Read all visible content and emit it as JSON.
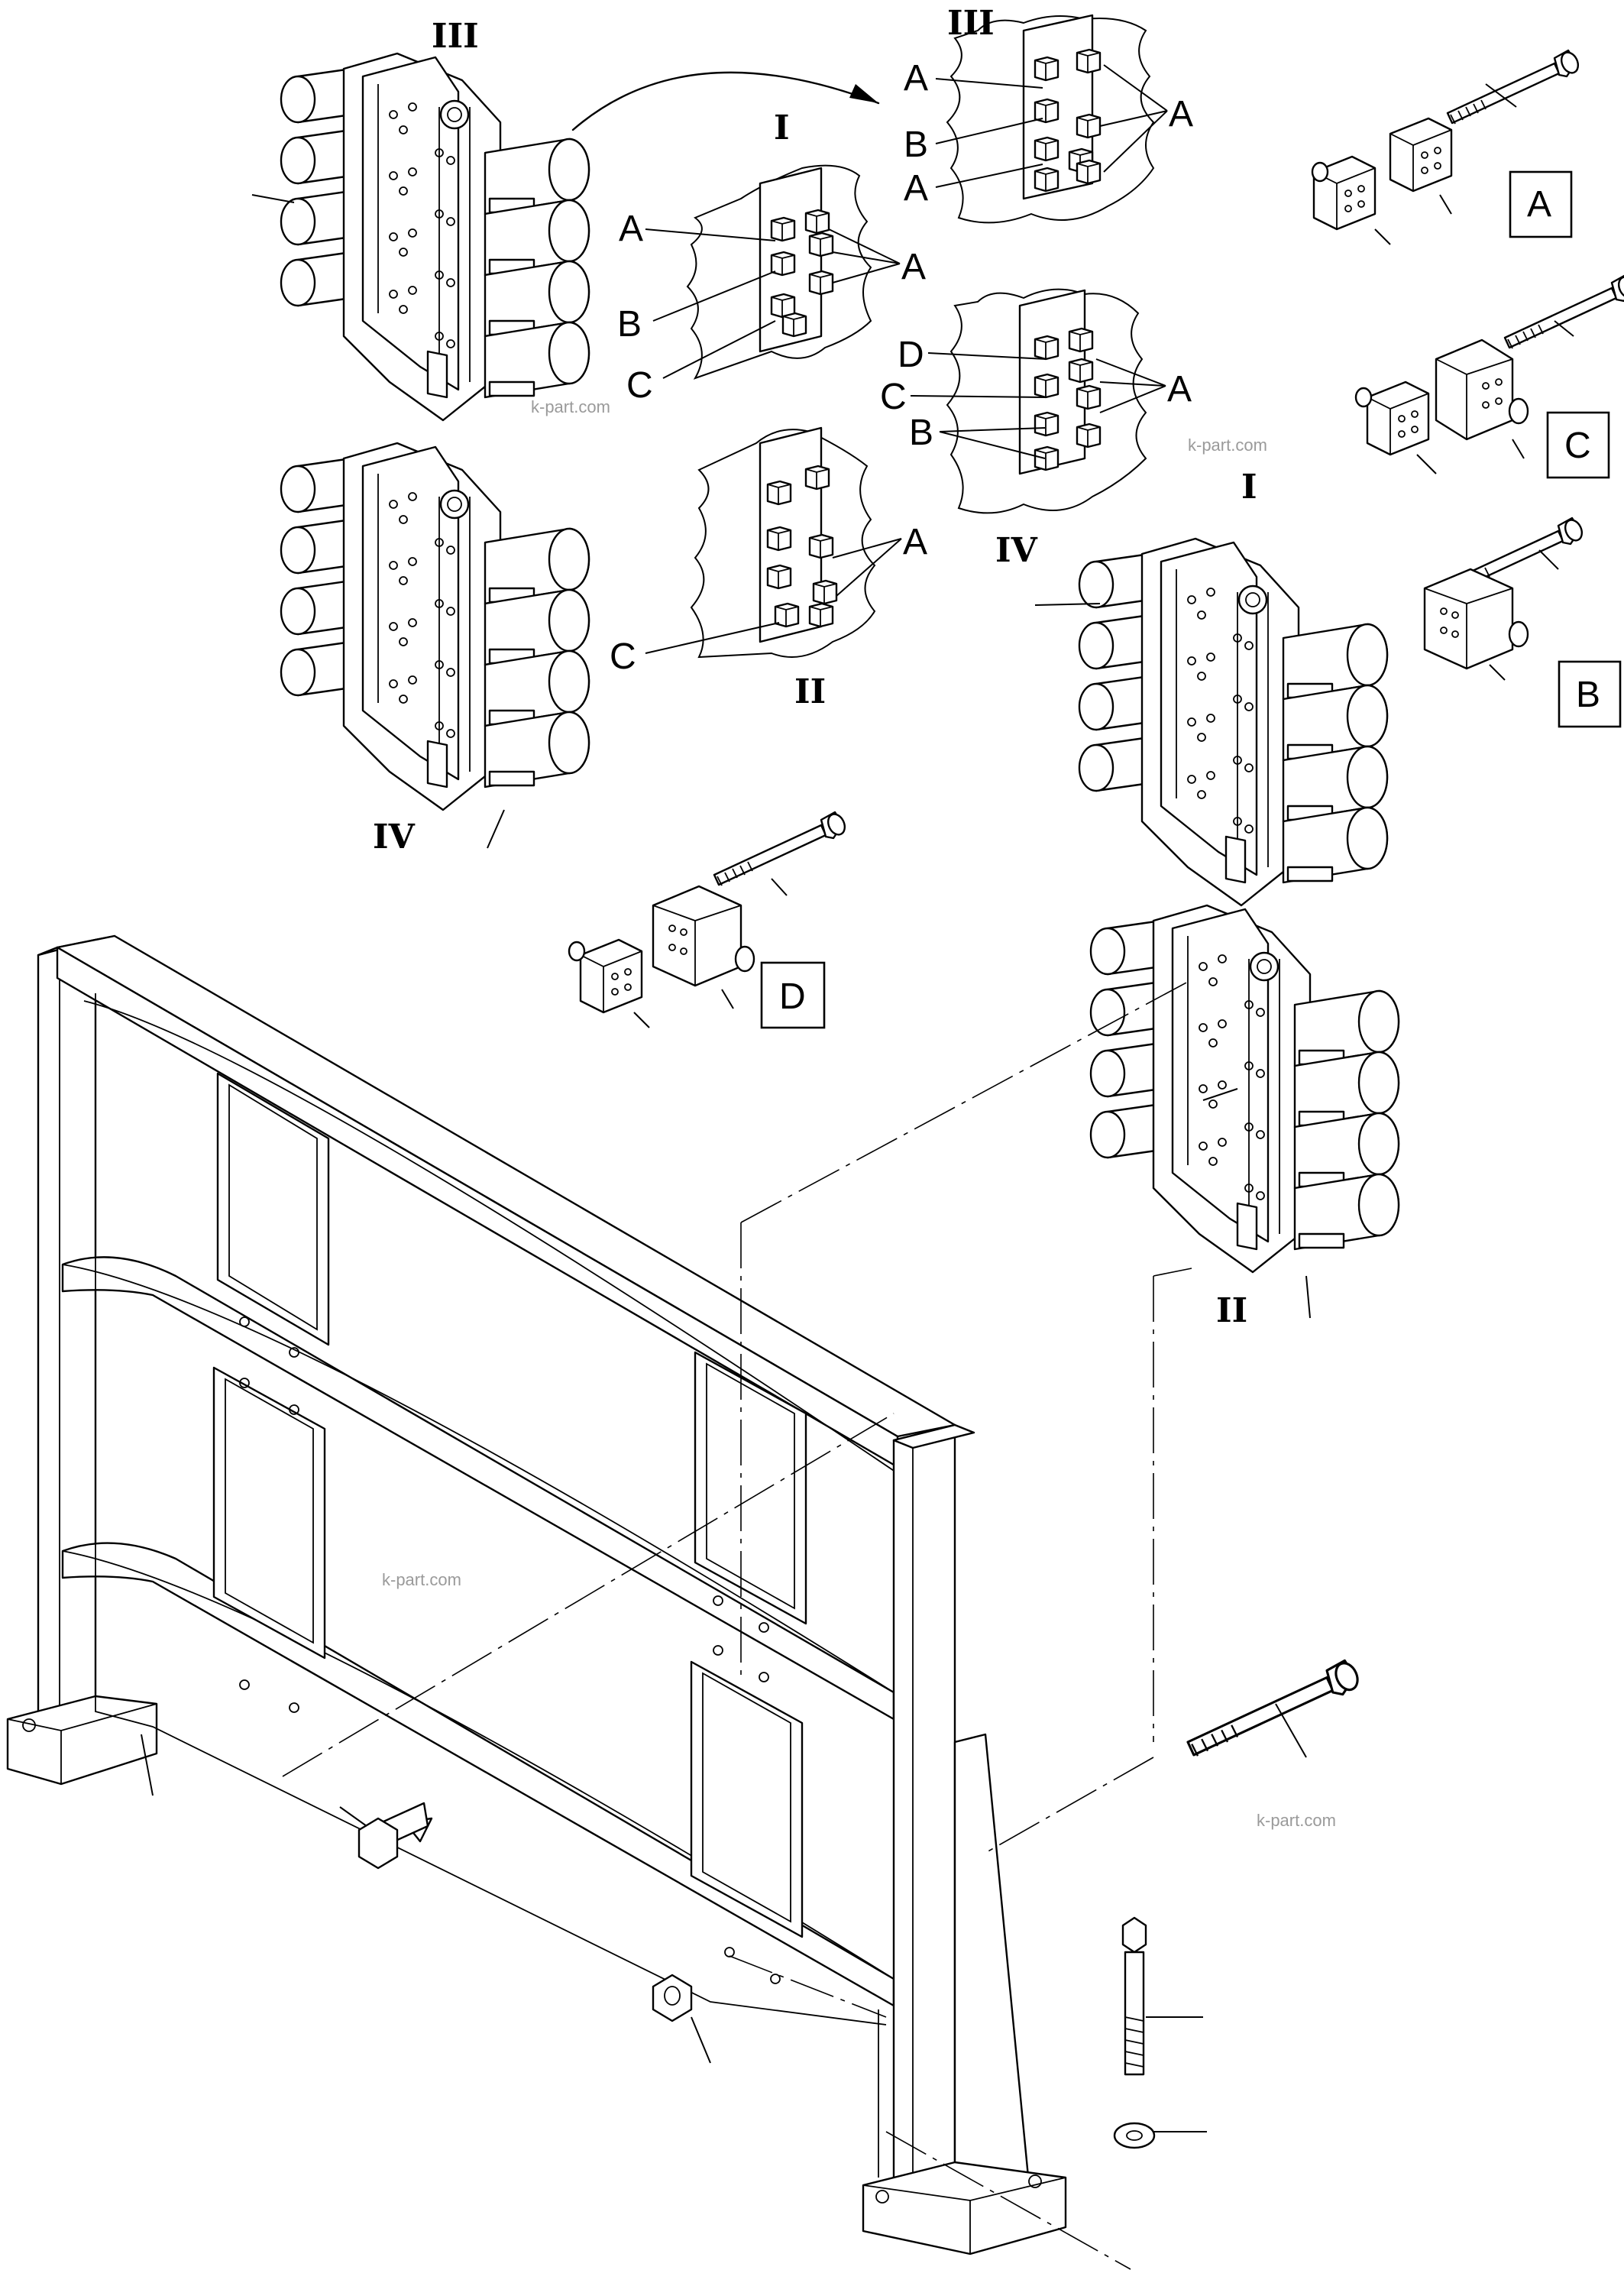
{
  "callouts": {
    "box_a": "A",
    "box_b": "B",
    "box_c": "C",
    "box_d": "D"
  },
  "roman": {
    "valve_tl": "III",
    "valve_ml": "IV",
    "valve_r1": "I",
    "valve_r2": "II",
    "detail_i": "I",
    "detail_ii": "II",
    "detail_iii": "III",
    "detail_iv": "IV"
  },
  "detail_labels": {
    "i_a1": "A",
    "i_b": "B",
    "i_c": "C",
    "i_a2": "A",
    "ii_c": "C",
    "ii_a": "A",
    "iii_a1": "A",
    "iii_b": "B",
    "iii_a2": "A",
    "iii_a3": "A",
    "iv_d": "D",
    "iv_c": "C",
    "iv_b": "B",
    "iv_a": "A"
  },
  "watermarks": [
    "k-part.com",
    "k-part.com",
    "k-part.com",
    "k-part.com"
  ],
  "colors": {
    "line": "#000000",
    "watermark": "#9a9a9a",
    "background": "#ffffff"
  }
}
